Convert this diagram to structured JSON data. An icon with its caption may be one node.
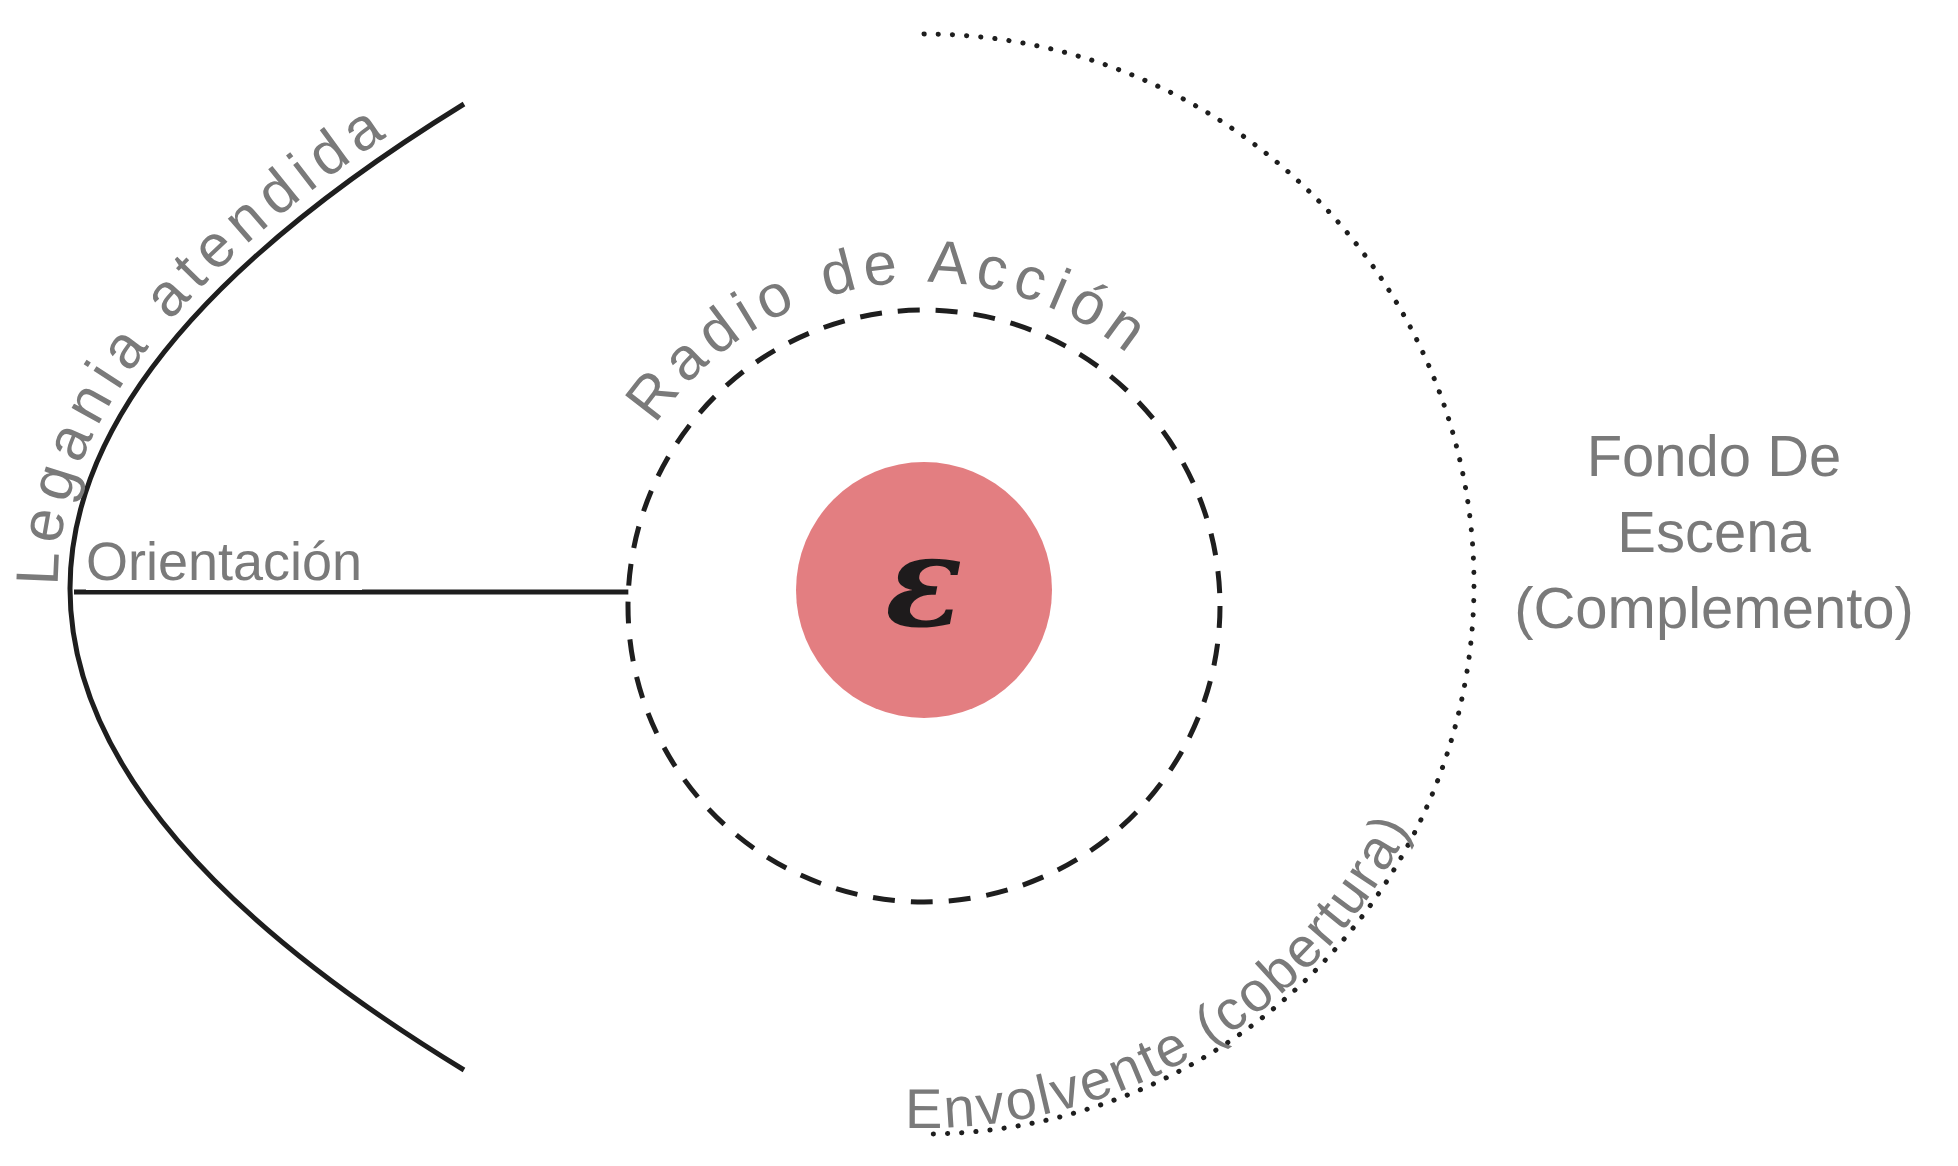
{
  "diagram": {
    "nodes": [
      {
        "text": [
          "Legania atendida"
        ]
      },
      {
        "text": [
          "Radio de Acción"
        ]
      },
      {
        "text": [
          "ε"
        ],
        "in": 1
      },
      {
        "text": [
          "Envolvente (cobertura)"
        ]
      },
      {
        "text": [
          "Fondo De Escena (Complemento)"
        ]
      }
    ],
    "edges": [
      {
        "from": 0,
        "to": 1,
        "arrow": "none",
        "label": "Orientación"
      }
    ]
  }
}
